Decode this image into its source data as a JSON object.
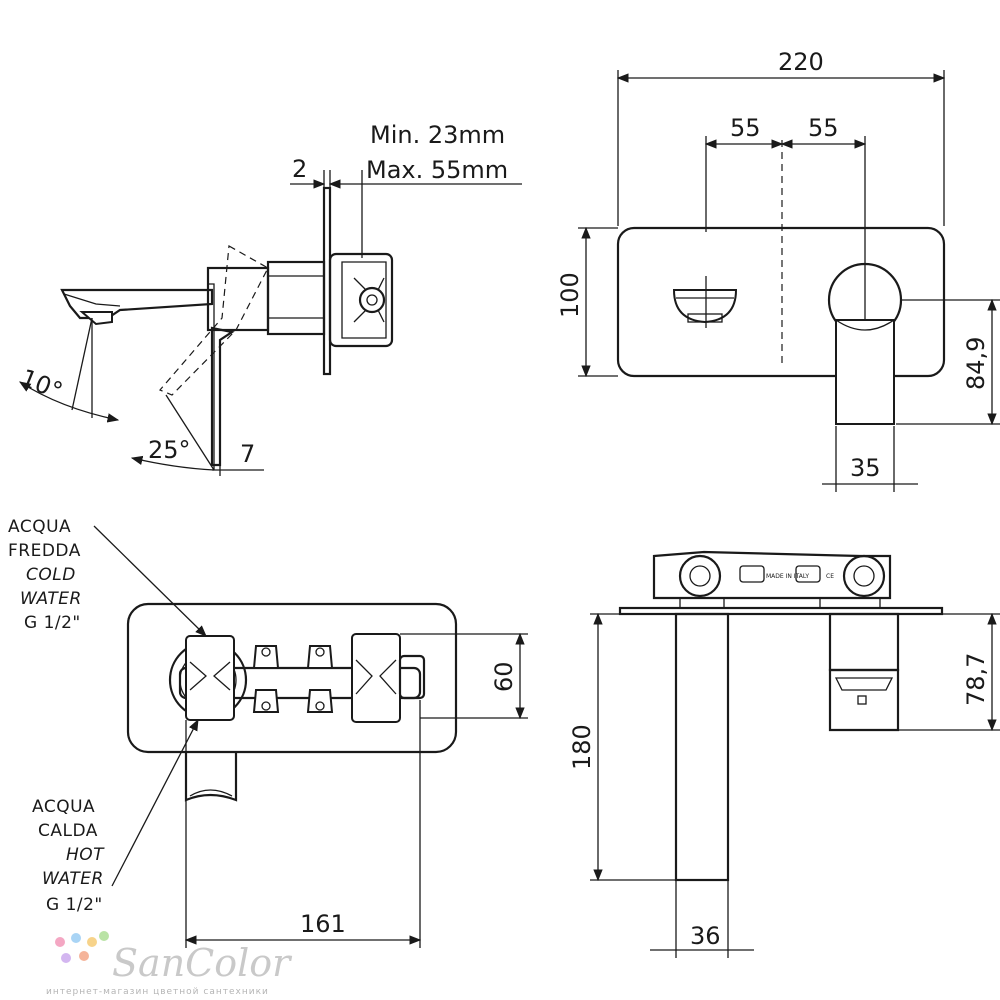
{
  "side_view": {
    "dim_2": "2",
    "dim_min": "Min. 23mm",
    "dim_max": "Max. 55mm",
    "angle_10": "10°",
    "angle_25": "25°",
    "dim_7": "7"
  },
  "front_view": {
    "dim_220": "220",
    "dim_55_left": "55",
    "dim_55_right": "55",
    "dim_100": "100",
    "dim_84_9": "84,9",
    "dim_35": "35"
  },
  "body_view": {
    "cold_label_1": "ACQUA",
    "cold_label_2": "FREDDA",
    "cold_label_3": "COLD",
    "cold_label_4": "WATER",
    "cold_label_5": "G 1/2\"",
    "hot_label_1": "ACQUA",
    "hot_label_2": "CALDA",
    "hot_label_3": "HOT",
    "hot_label_4": "WATER",
    "hot_label_5": "G 1/2\"",
    "dim_60": "60",
    "dim_161": "161"
  },
  "top_view": {
    "dim_180": "180",
    "dim_78_7": "78,7",
    "dim_36": "36",
    "made_in_italy": "MADE IN ITALY",
    "ce_mark": "CE"
  },
  "watermark": {
    "brand": "SanColor",
    "tagline": "интернет-магазин цветной сантехники",
    "dot_colors": [
      "#f4a7c3",
      "#a9d4f5",
      "#f7d38a",
      "#b9e3a5",
      "#d3b6f0",
      "#f5b49a"
    ]
  }
}
